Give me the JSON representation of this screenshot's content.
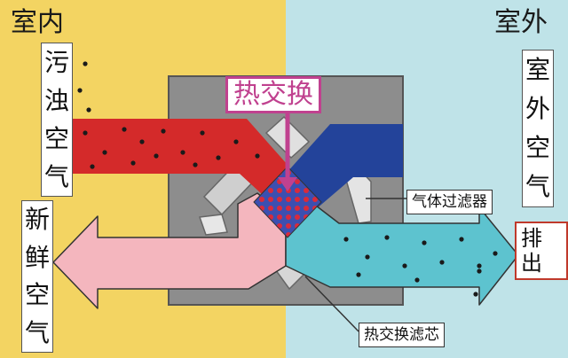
{
  "regions": {
    "indoor_label": "室内",
    "outdoor_label": "室外",
    "indoor_color": "#f3d462",
    "outdoor_color": "#bfe3e8"
  },
  "title": "热交换",
  "left_labels": {
    "dirty_air": [
      "污",
      "浊",
      "空",
      "气"
    ],
    "fresh_air": [
      "新",
      "鲜",
      "空",
      "气"
    ]
  },
  "right_labels": {
    "outdoor_air": [
      "室",
      "外",
      "空",
      "气"
    ],
    "exhaust": "排出"
  },
  "callouts": {
    "gas_filter": "气体过滤器",
    "heat_exchange_core": "热交换滤芯"
  },
  "colors": {
    "dirty_air_stream": "#d42a2a",
    "outdoor_air_stream": "#23439a",
    "fresh_air_stream": "#f4b6be",
    "exhaust_stream": "#5dc3cf",
    "device_housing": "#8d8d8d",
    "title_accent": "#c0418f"
  }
}
